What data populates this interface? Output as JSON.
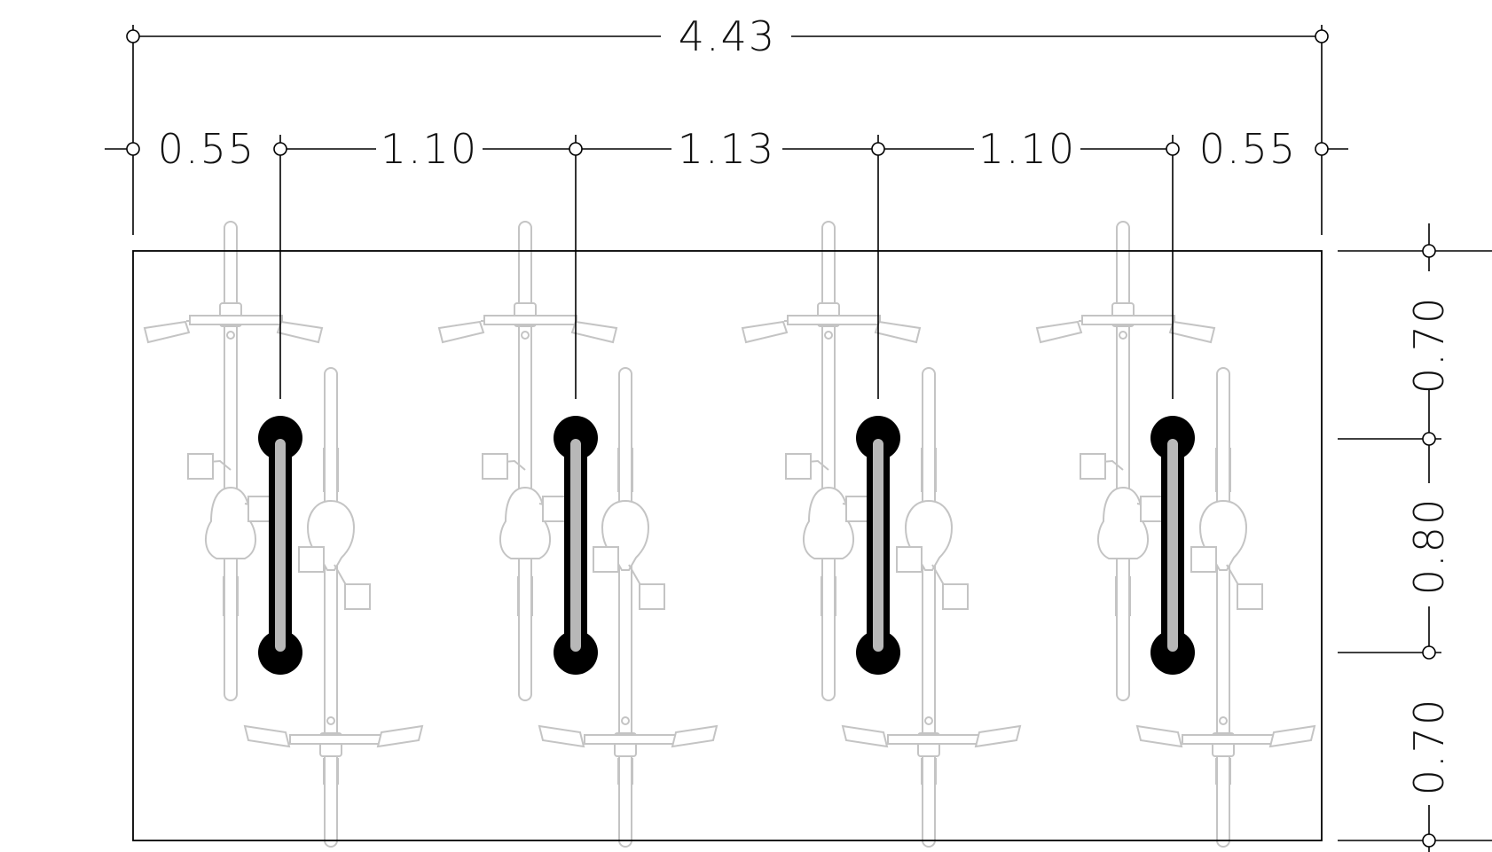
{
  "dimensions": {
    "overall": "4.43",
    "spacing": [
      "0.55",
      "1.10",
      "1.13",
      "1.10",
      "0.55"
    ],
    "depth": [
      "0.70",
      "0.80",
      "0.70"
    ]
  },
  "racks": [
    {
      "id": 1
    },
    {
      "id": 2
    },
    {
      "id": 3
    },
    {
      "id": 4
    }
  ],
  "colors": {
    "line": "#000000",
    "bike": "#c4c4c4",
    "rack_fill": "#b8b8b8"
  }
}
